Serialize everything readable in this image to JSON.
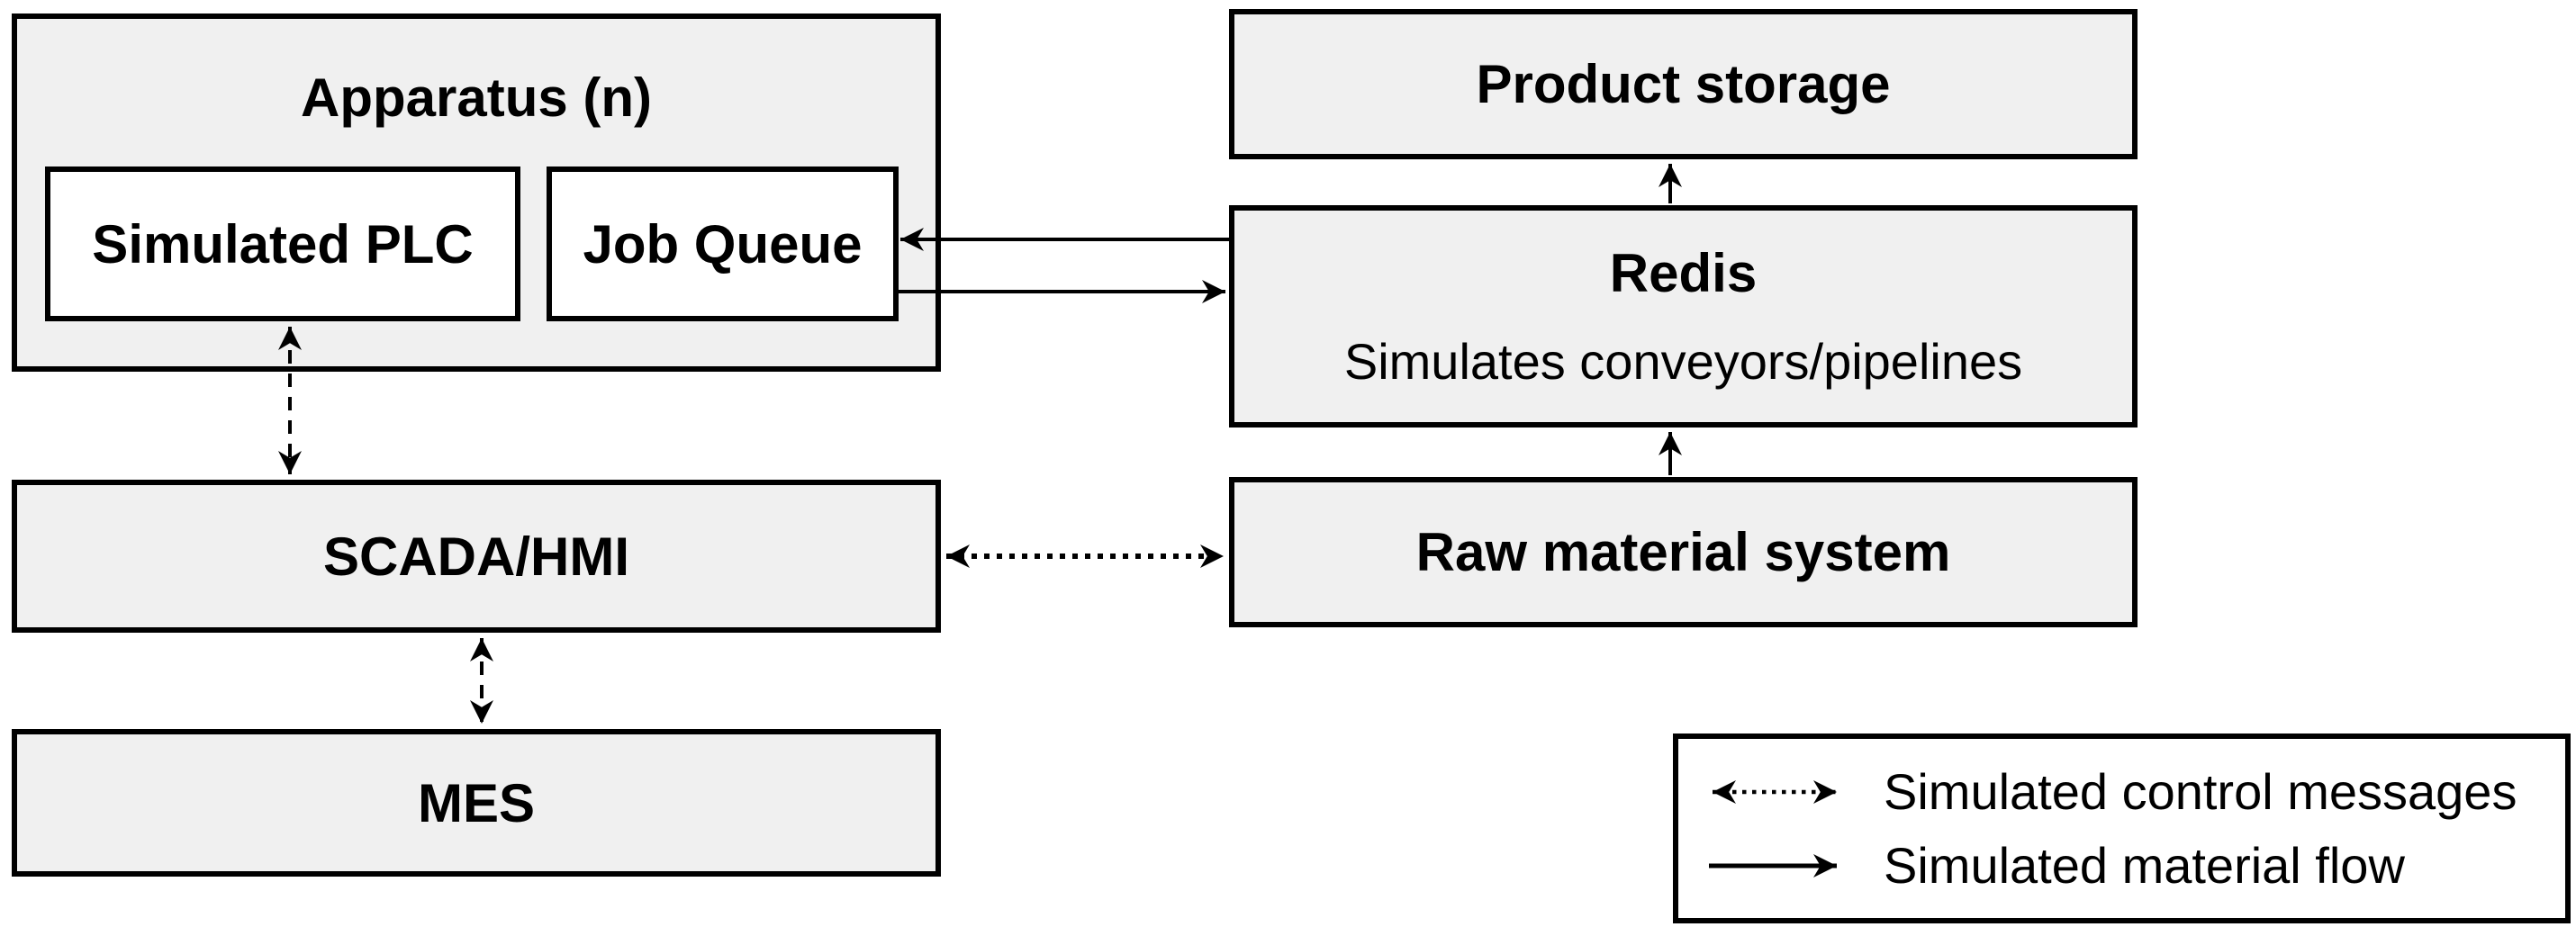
{
  "boxes": {
    "apparatus": {
      "title": "Apparatus (n)"
    },
    "simulated_plc": {
      "title": "Simulated PLC"
    },
    "job_queue": {
      "title": "Job Queue"
    },
    "product_storage": {
      "title": "Product storage"
    },
    "redis": {
      "title": "Redis",
      "subtitle": "Simulates conveyors/pipelines"
    },
    "scada_hmi": {
      "title": "SCADA/HMI"
    },
    "raw_material_system": {
      "title": "Raw material system"
    },
    "mes": {
      "title": "MES"
    }
  },
  "legend": {
    "items": [
      {
        "symbol": "dotted-double-arrow-icon",
        "label": "Simulated control messages"
      },
      {
        "symbol": "solid-arrow-icon",
        "label": "Simulated material flow"
      }
    ]
  },
  "connections": [
    {
      "from": "simulated_plc",
      "to": "scada_hmi",
      "type": "simulated control messages",
      "bidirectional": true
    },
    {
      "from": "scada_hmi",
      "to": "mes",
      "type": "simulated control messages",
      "bidirectional": true
    },
    {
      "from": "scada_hmi",
      "to": "raw_material_system",
      "type": "simulated control messages",
      "bidirectional": true
    },
    {
      "from": "redis",
      "to": "job_queue",
      "type": "simulated material flow",
      "bidirectional": false
    },
    {
      "from": "job_queue",
      "to": "redis",
      "type": "simulated material flow",
      "bidirectional": false
    },
    {
      "from": "redis",
      "to": "product_storage",
      "type": "simulated material flow",
      "bidirectional": false
    },
    {
      "from": "raw_material_system",
      "to": "redis",
      "type": "simulated material flow",
      "bidirectional": false
    }
  ],
  "colors": {
    "background": "#ffffff",
    "box_fill": "#f0f0f0",
    "inner_box_fill": "#ffffff",
    "line": "#000000"
  }
}
